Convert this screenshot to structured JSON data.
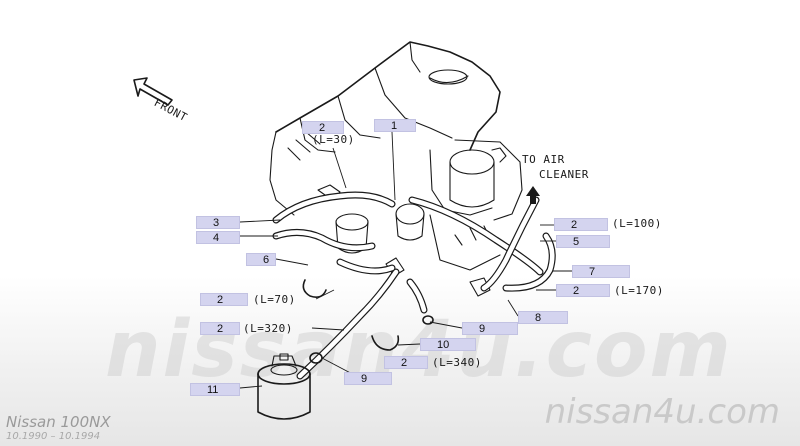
{
  "orientation": {
    "front_label": "FRONT"
  },
  "annotation": {
    "line1": "TO AIR",
    "line2": "CLEANER"
  },
  "callouts": [
    {
      "id": "c-2a",
      "label": "2",
      "length_note": "(L=30)"
    },
    {
      "id": "c-1",
      "label": "1",
      "length_note": ""
    },
    {
      "id": "c-3",
      "label": "3",
      "length_note": ""
    },
    {
      "id": "c-4",
      "label": "4",
      "length_note": ""
    },
    {
      "id": "c-6",
      "label": "6",
      "length_note": ""
    },
    {
      "id": "c-2b",
      "label": "2",
      "length_note": "(L=70)"
    },
    {
      "id": "c-2c",
      "label": "2",
      "length_note": "(L=320)"
    },
    {
      "id": "c-10",
      "label": "10",
      "length_note": ""
    },
    {
      "id": "c-2d",
      "label": "2",
      "length_note": "(L=340)"
    },
    {
      "id": "c-9a",
      "label": "9",
      "length_note": ""
    },
    {
      "id": "c-11",
      "label": "11",
      "length_note": ""
    },
    {
      "id": "c-2e",
      "label": "2",
      "length_note": "(L=100)"
    },
    {
      "id": "c-5",
      "label": "5",
      "length_note": ""
    },
    {
      "id": "c-7",
      "label": "7",
      "length_note": ""
    },
    {
      "id": "c-2f",
      "label": "2",
      "length_note": "(L=170)"
    },
    {
      "id": "c-8",
      "label": "8",
      "length_note": ""
    },
    {
      "id": "c-9b",
      "label": "9",
      "length_note": ""
    }
  ],
  "watermark": {
    "main": "nissan4u.com",
    "corner": "nissan4u.com"
  },
  "vehicle": {
    "model": "Nissan 100NX",
    "production": "10.1990 – 10.1994"
  }
}
